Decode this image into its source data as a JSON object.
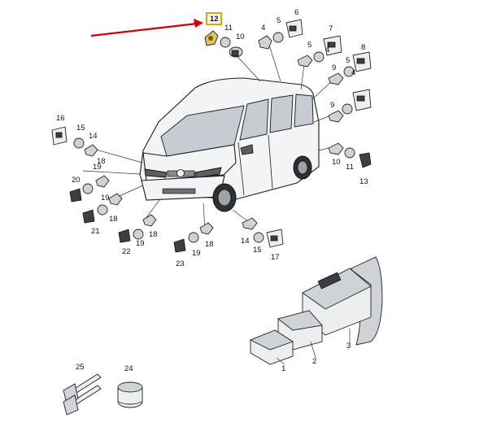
{
  "diagram": {
    "highlighted_part": "12",
    "highlight_color": "#e8a000",
    "arrow_color": "#d00000",
    "callouts": [
      {
        "id": "c12",
        "label": "12"
      },
      {
        "id": "c11a",
        "label": "11"
      },
      {
        "id": "c10a",
        "label": "10"
      },
      {
        "id": "c5a",
        "label": "5"
      },
      {
        "id": "c6",
        "label": "6"
      },
      {
        "id": "c4a",
        "label": "4"
      },
      {
        "id": "c7",
        "label": "7"
      },
      {
        "id": "c5b",
        "label": "5"
      },
      {
        "id": "c4b",
        "label": "4"
      },
      {
        "id": "c8",
        "label": "8"
      },
      {
        "id": "c9a",
        "label": "9"
      },
      {
        "id": "c5c",
        "label": "5"
      },
      {
        "id": "c4c",
        "label": "4"
      },
      {
        "id": "c9b",
        "label": "9"
      },
      {
        "id": "c10b",
        "label": "10"
      },
      {
        "id": "c11b",
        "label": "11"
      },
      {
        "id": "c13",
        "label": "13"
      },
      {
        "id": "c16",
        "label": "16"
      },
      {
        "id": "c15a",
        "label": "15"
      },
      {
        "id": "c14a",
        "label": "14"
      },
      {
        "id": "c20",
        "label": "20"
      },
      {
        "id": "c19a",
        "label": "19"
      },
      {
        "id": "c18a",
        "label": "18"
      },
      {
        "id": "c19b",
        "label": "19"
      },
      {
        "id": "c21",
        "label": "21"
      },
      {
        "id": "c18b",
        "label": "18"
      },
      {
        "id": "c18c",
        "label": "18"
      },
      {
        "id": "c22",
        "label": "22"
      },
      {
        "id": "c19c",
        "label": "19"
      },
      {
        "id": "c18d",
        "label": "18"
      },
      {
        "id": "c23",
        "label": "23"
      },
      {
        "id": "c19d",
        "label": "19"
      },
      {
        "id": "c14b",
        "label": "14"
      },
      {
        "id": "c15b",
        "label": "15"
      },
      {
        "id": "c17",
        "label": "17"
      },
      {
        "id": "c3",
        "label": "3"
      },
      {
        "id": "c2",
        "label": "2"
      },
      {
        "id": "c1",
        "label": "1"
      },
      {
        "id": "c25",
        "label": "25"
      },
      {
        "id": "c24",
        "label": "24"
      }
    ]
  }
}
